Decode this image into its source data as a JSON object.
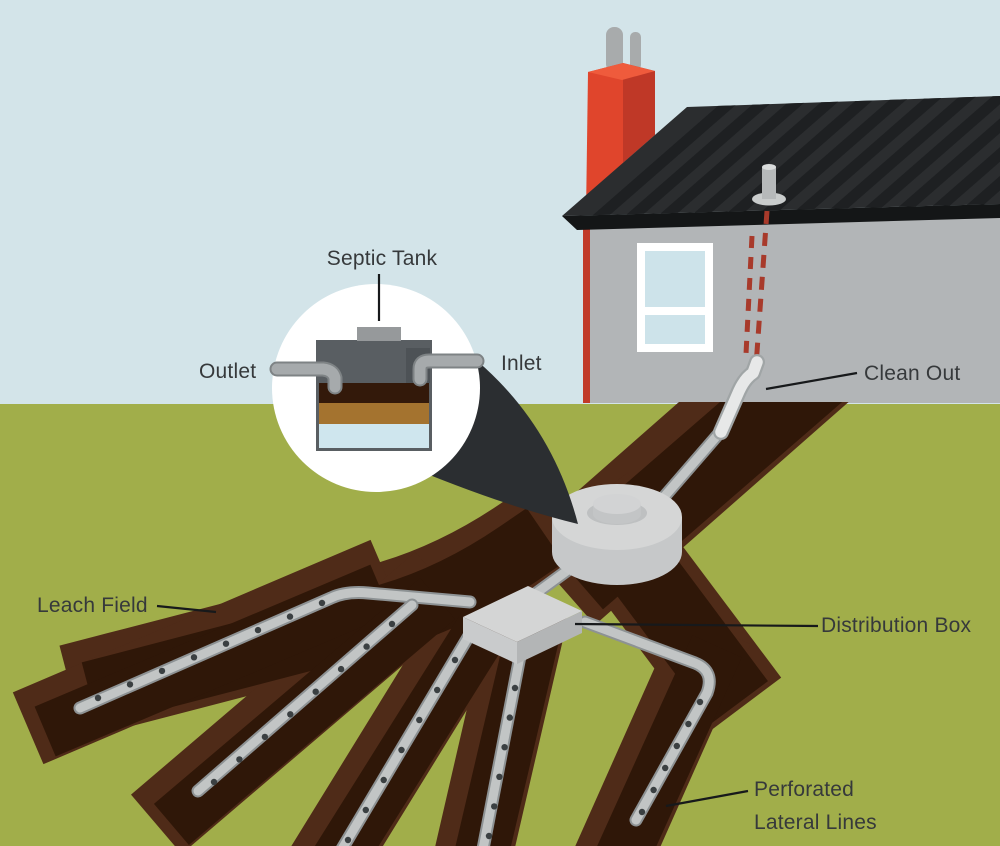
{
  "diagram": {
    "subject": "Residential septic system cutaway diagram",
    "labels": {
      "septic_tank": "Septic Tank",
      "outlet": "Outlet",
      "inlet": "Inlet",
      "clean_out": "Clean Out",
      "distribution_box": "Distribution Box",
      "leach_field": "Leach Field",
      "perforated_lateral_lines": "Perforated\nLateral Lines"
    },
    "colors": {
      "sky": "#d3e4e9",
      "grass": "#a1ae4a",
      "trench_rim": "#4f2b18",
      "trench_floor": "#2f1708",
      "pipe": "#c2c5c5",
      "pipe_outline": "#8d9294",
      "perforation_dot": "#3b4042",
      "tank_body": "#c6c8c9",
      "tank_top": "#d5d6d6",
      "box_top": "#d4d5d5",
      "box_left_face": "#c9cbcc",
      "box_right_face": "#b3b5b6",
      "roof": "#2b2d2f",
      "roof_groove": "#1e2022",
      "fascia": "#141617",
      "wall": "#b2b5b7",
      "chimney_bright": "#e0452c",
      "chimney_dark": "#bf3827",
      "chimney_top": "#ef5b3c",
      "window_pane": "#cde3ea",
      "window_frame": "#ffffff",
      "vent_dash_red": "#a83a2b",
      "callout_cone": "#2b2e31",
      "inset_circle": "#ffffff",
      "inset_tank_body": "#595e62",
      "inset_lid": "#96999b",
      "inset_scum_layer": "#33190a",
      "inset_sludge_layer": "#a4732f",
      "inset_water_layer": "#cfe6ee",
      "label_text": "#36393b",
      "leader_line": "#17191b"
    }
  }
}
